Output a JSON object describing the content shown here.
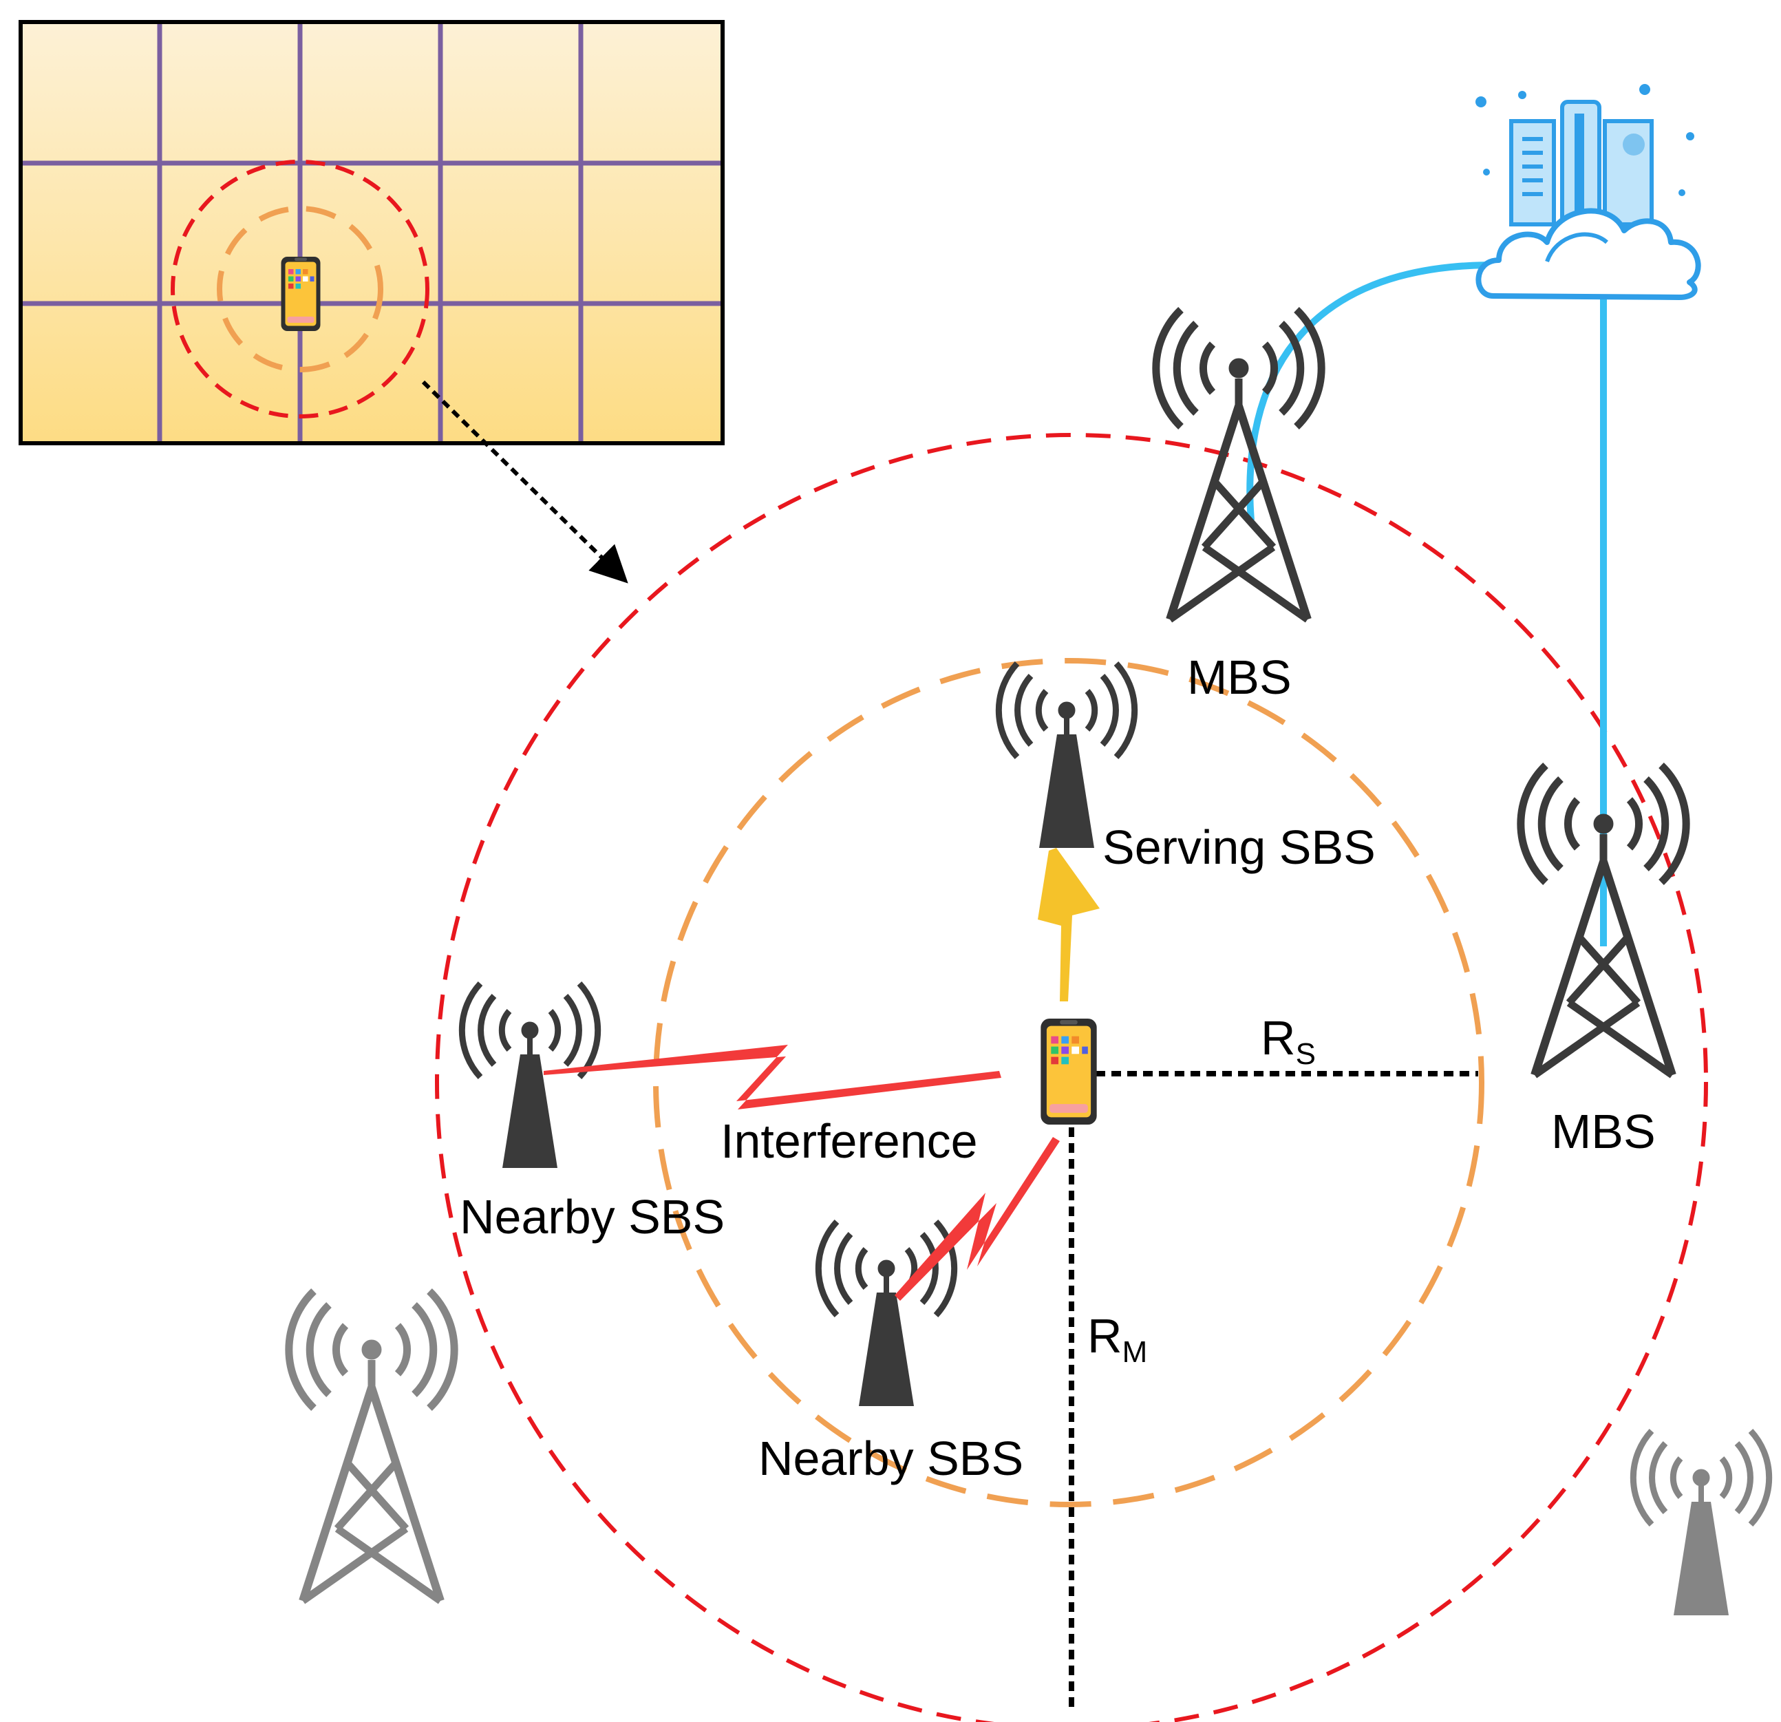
{
  "labels": {
    "mbs_top": "MBS",
    "mbs_right": "MBS",
    "serving_sbs": "Serving SBS",
    "interference": "Interference",
    "nearby_sbs_left": "Nearby SBS",
    "nearby_sbs_bottom": "Nearby SBS",
    "rs_main": "R",
    "rs_sub": "S",
    "rm_main": "R",
    "rm_sub": "M"
  },
  "colors": {
    "macro_circle": "#e8171e",
    "small_circle": "#f0a052",
    "grid_line": "#7a5fa0",
    "tower_dark": "#3a3a3a",
    "tower_faded": "#858585",
    "backhaul": "#37bff2",
    "serving_link": "#f5c22a",
    "interference_link": "#f23a3a"
  },
  "icons": {
    "cloud": "cloud-datacenter-icon",
    "phone": "smartphone-icon",
    "macro": "macro-tower-icon",
    "small": "small-cell-tower-icon"
  }
}
